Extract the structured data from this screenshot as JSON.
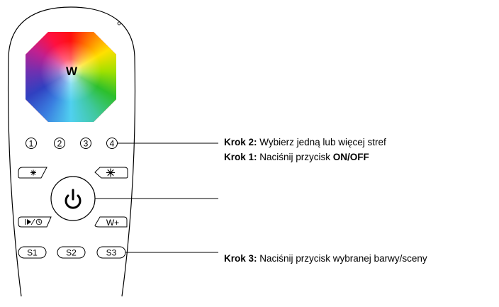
{
  "remote": {
    "wheel_center_label": "W",
    "zones": [
      "1",
      "2",
      "3",
      "4"
    ],
    "scene_buttons": [
      "S1",
      "S2",
      "S3"
    ],
    "w_plus_label": "W+"
  },
  "steps": [
    {
      "prefix": "Krok 2:",
      "text": " Wybierz jedną lub więcej stref",
      "bold_suffix": ""
    },
    {
      "prefix": "Krok 1:",
      "text": " Naciśnij przycisk ",
      "bold_suffix": "ON/OFF"
    },
    {
      "prefix": "Krok 3:",
      "text": " Naciśnij przycisk wybranej barwy/sceny",
      "bold_suffix": ""
    }
  ]
}
